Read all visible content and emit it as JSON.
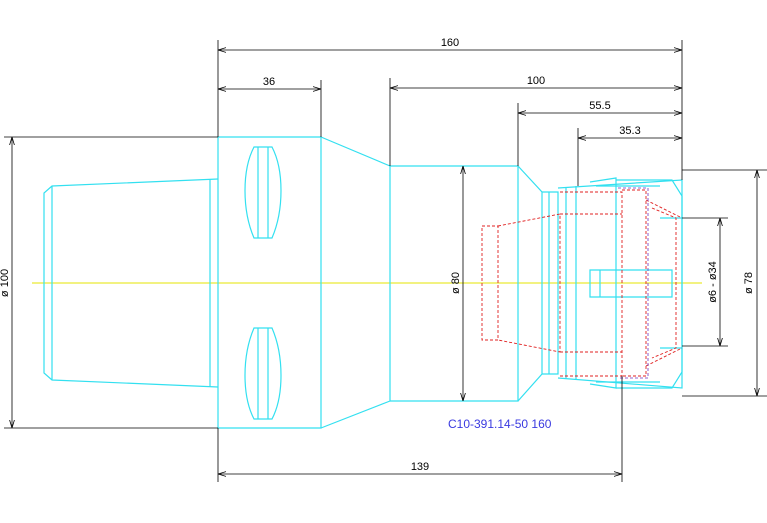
{
  "dimensions": {
    "overall_length": "160",
    "taper_length": "36",
    "body_length": "100",
    "nut_length": "55.5",
    "collet_length": "35.3",
    "gauge_length": "139",
    "flange_diameter": "ø 100",
    "body_diameter": "ø 80",
    "nut_diameter": "ø 78",
    "clamping_range": "ø6 - ø34"
  },
  "part_number": "C10-391.14-50 160",
  "colors": {
    "outline": "#33e0f0",
    "dimension": "#000000",
    "hidden": "#e02020",
    "centerline": "#e6e600",
    "part_label": "#3a3ae0"
  }
}
